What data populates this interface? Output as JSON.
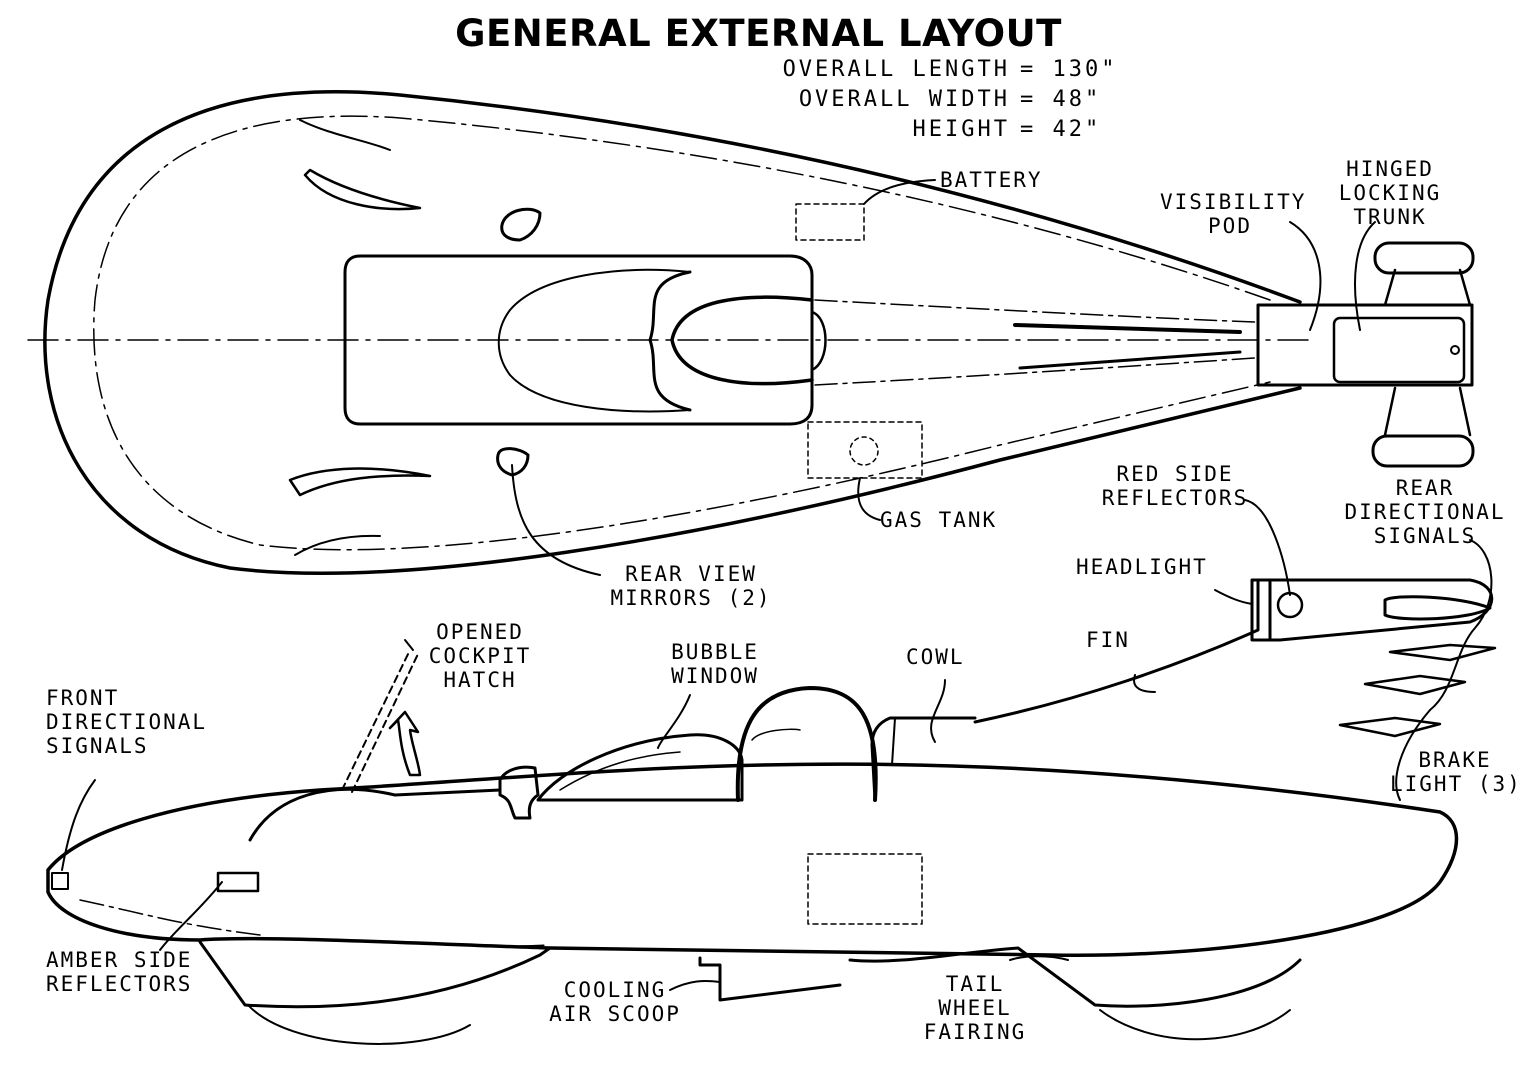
{
  "title": "GENERAL EXTERNAL LAYOUT",
  "dimensions": [
    {
      "label": "OVERALL LENGTH",
      "value": "= 130\""
    },
    {
      "label": "OVERALL WIDTH",
      "value": "= 48\""
    },
    {
      "label": "HEIGHT",
      "value": "= 42\""
    }
  ],
  "top_view_labels": {
    "battery": "BATTERY",
    "visibility_pod": [
      "VISIBILITY",
      "POD"
    ],
    "hinged_trunk": [
      "HINGED",
      "LOCKING",
      "TRUNK"
    ],
    "gas_tank": "GAS TANK",
    "rear_view_mirrors": [
      "REAR VIEW",
      "MIRRORS (2)"
    ],
    "red_side_reflectors": [
      "RED SIDE",
      "REFLECTORS"
    ],
    "rear_directional_signals": [
      "REAR",
      "DIRECTIONAL",
      "SIGNALS"
    ]
  },
  "side_view_labels": {
    "headlight": "HEADLIGHT",
    "fin": "FIN",
    "cowl": "COWL",
    "bubble_window": [
      "BUBBLE",
      "WINDOW"
    ],
    "opened_cockpit_hatch": [
      "OPENED",
      "COCKPIT",
      "HATCH"
    ],
    "front_directional_signals": [
      "FRONT",
      "DIRECTIONAL",
      "SIGNALS"
    ],
    "brake_light": [
      "BRAKE",
      "LIGHT (3)"
    ],
    "amber_side_reflectors": [
      "AMBER SIDE",
      "REFLECTORS"
    ],
    "cooling_air_scoop": [
      "COOLING",
      "AIR SCOOP"
    ],
    "tail_wheel_fairing": [
      "TAIL",
      "WHEEL",
      "FAIRING"
    ]
  }
}
